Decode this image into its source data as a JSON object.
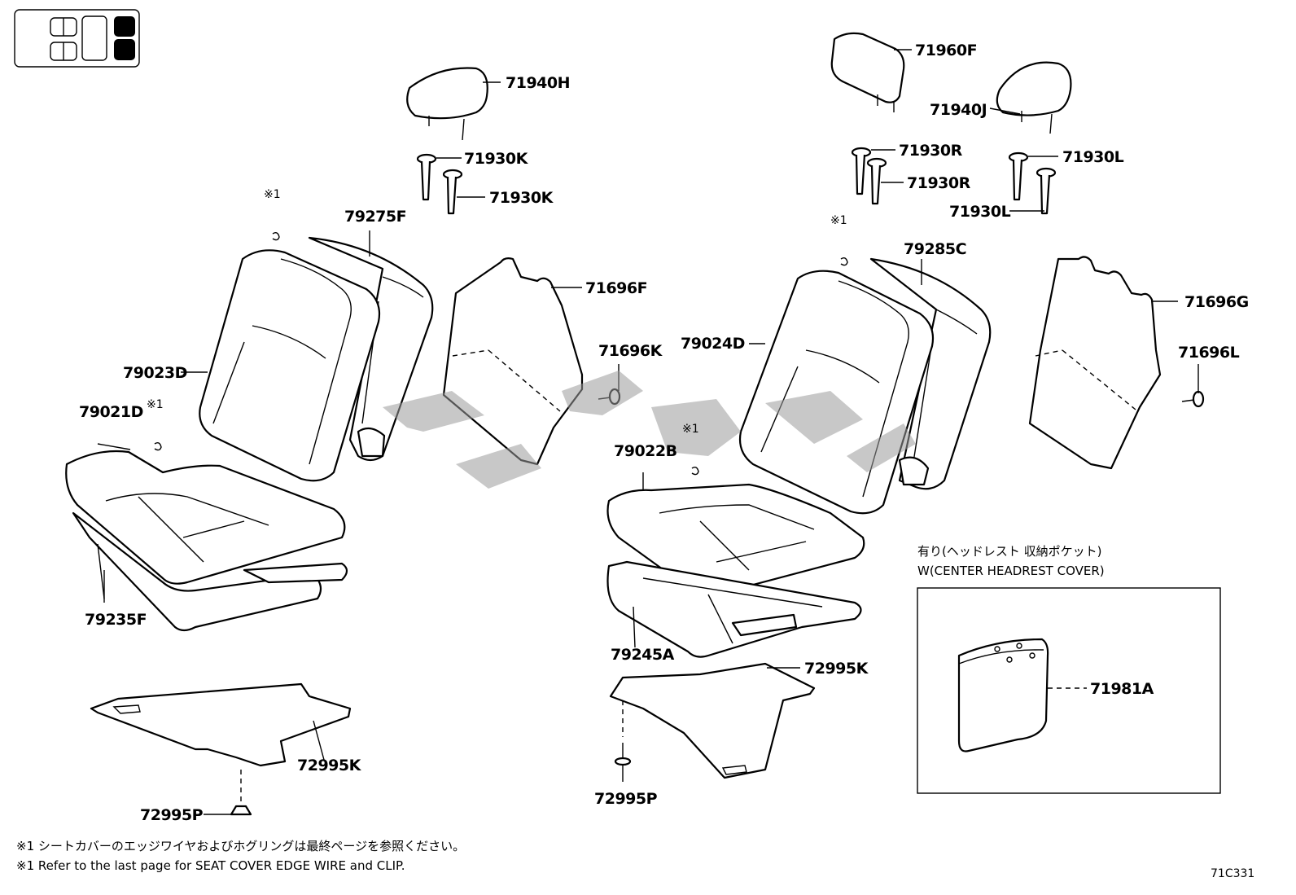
{
  "labels": {
    "h71940H": "71940H",
    "h71960F": "71960F",
    "h71940J": "71940J",
    "s71930K_a": "71930K",
    "s71930K_b": "71930K",
    "s71930R_a": "71930R",
    "s71930R_b": "71930R",
    "s71930L_a": "71930L",
    "s71930L_b": "71930L",
    "b79275F": "79275F",
    "b79285C": "79285C",
    "p71696F": "71696F",
    "p71696G": "71696G",
    "c71696K": "71696K",
    "c71696L": "71696L",
    "b79023D": "79023D",
    "b79024D": "79024D",
    "c79021D": "79021D",
    "c79022B": "79022B",
    "c79235F": "79235F",
    "c79245A": "79245A",
    "u72995K_a": "72995K",
    "u72995K_b": "72995K",
    "u72995P_a": "72995P",
    "u72995P_b": "72995P",
    "i71981A": "71981A"
  },
  "notes": {
    "mark_a": "※1",
    "mark_b": "※1",
    "mark_c": "※1",
    "mark_d": "※1"
  },
  "inset": {
    "title_jp": "有り(ヘッドレスト 収納ポケット)",
    "title_en": "W(CENTER HEADREST COVER)"
  },
  "footer": {
    "note_jp": "※1 シートカバーのエッジワイヤおよびホグリングは最終ページを参照ください。",
    "note_en": "※1 Refer to the last page for SEAT COVER EDGE WIRE and CLIP.",
    "ref_code": "71C331"
  }
}
